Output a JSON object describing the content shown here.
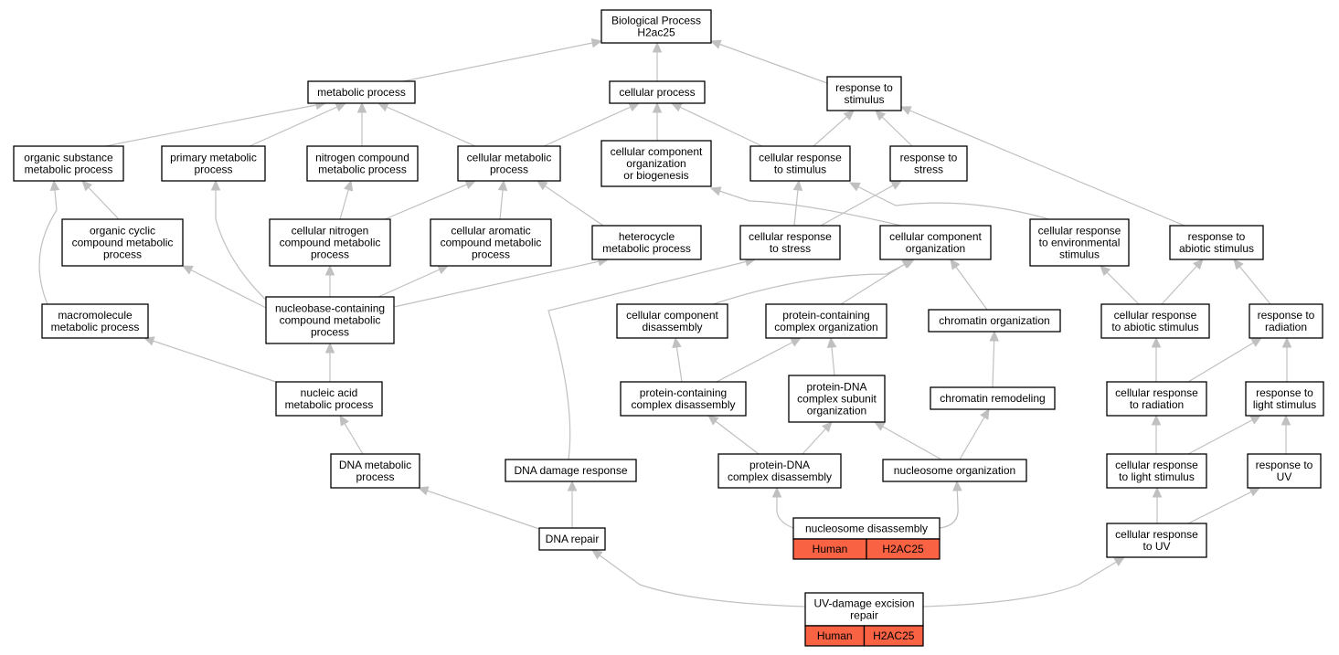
{
  "graph": {
    "root": "Biological Process\nH2ac25",
    "edge_color": "#c0c0c0",
    "annotation_color": "#f96243",
    "nodes": {
      "bp": "Biological Process\nH2ac25",
      "metabolic": "metabolic process",
      "cellular": "cellular process",
      "resp_stim": "response to\nstimulus",
      "org_sub": "organic substance\nmetabolic process",
      "prim_met": "primary metabolic\nprocess",
      "nitro_met": "nitrogen compound\nmetabolic process",
      "cell_met": "cellular metabolic\nprocess",
      "ccob": "cellular component\norganization\nor biogenesis",
      "cell_resp_stim": "cellular response\nto stimulus",
      "resp_stress": "response to\nstress",
      "org_cyc": "organic cyclic\ncompound metabolic\nprocess",
      "cell_nitro": "cellular nitrogen\ncompound metabolic\nprocess",
      "cell_arom": "cellular aromatic\ncompound metabolic\nprocess",
      "hetero": "heterocycle\nmetabolic process",
      "cell_resp_stress": "cellular response\nto stress",
      "cco": "cellular component\norganization",
      "cell_resp_env": "cellular response\nto environmental\nstimulus",
      "resp_abiotic": "response to\nabiotic stimulus",
      "macro": "macromolecule\nmetabolic process",
      "nucleobase": "nucleobase-containing\ncompound metabolic\nprocess",
      "cc_disassembly": "cellular component\ndisassembly",
      "pc_org": "protein-containing\ncomplex organization",
      "chrom_org": "chromatin organization",
      "cell_resp_abiotic": "cellular response\nto abiotic stimulus",
      "resp_rad": "response to\nradiation",
      "nucleic": "nucleic acid\nmetabolic process",
      "pc_disassembly": "protein-containing\ncomplex disassembly",
      "pdna_subunit": "protein-DNA\ncomplex subunit\norganization",
      "chrom_remod": "chromatin remodeling",
      "cell_resp_rad": "cellular response\nto radiation",
      "resp_light": "response to\nlight stimulus",
      "dna_met": "DNA metabolic\nprocess",
      "dna_damage": "DNA damage response",
      "pdna_disassembly": "protein-DNA\ncomplex disassembly",
      "nuc_org": "nucleosome organization",
      "cell_resp_light": "cellular response\nto light stimulus",
      "resp_uv": "response to\nUV",
      "nuc_disassembly": "nucleosome disassembly",
      "dna_repair": "DNA repair",
      "cell_resp_uv": "cellular response\nto UV",
      "uv_repair": "UV-damage excision\nrepair"
    },
    "annotations": {
      "nuc_disassembly": [
        "Human",
        "H2AC25"
      ],
      "uv_repair": [
        "Human",
        "H2AC25"
      ]
    },
    "edges": [
      [
        "metabolic",
        "bp"
      ],
      [
        "cellular",
        "bp"
      ],
      [
        "resp_stim",
        "bp"
      ],
      [
        "org_sub",
        "metabolic"
      ],
      [
        "prim_met",
        "metabolic"
      ],
      [
        "nitro_met",
        "metabolic"
      ],
      [
        "cell_met",
        "metabolic"
      ],
      [
        "cell_met",
        "cellular"
      ],
      [
        "ccob",
        "cellular"
      ],
      [
        "cell_resp_stim",
        "cellular"
      ],
      [
        "cell_resp_stim",
        "resp_stim"
      ],
      [
        "resp_stress",
        "resp_stim"
      ],
      [
        "resp_abiotic",
        "resp_stim"
      ],
      [
        "org_cyc",
        "org_sub"
      ],
      [
        "macro",
        "org_sub"
      ],
      [
        "nucleobase",
        "prim_met"
      ],
      [
        "cell_nitro",
        "nitro_met"
      ],
      [
        "cell_nitro",
        "cell_met"
      ],
      [
        "cell_arom",
        "cell_met"
      ],
      [
        "hetero",
        "cell_met"
      ],
      [
        "cco",
        "ccob"
      ],
      [
        "cell_resp_stress",
        "cell_resp_stim"
      ],
      [
        "cell_resp_stress",
        "resp_stress"
      ],
      [
        "cell_resp_env",
        "cell_resp_stim"
      ],
      [
        "nucleobase",
        "org_cyc"
      ],
      [
        "nucleobase",
        "cell_nitro"
      ],
      [
        "nucleobase",
        "cell_arom"
      ],
      [
        "nucleobase",
        "hetero"
      ],
      [
        "cc_disassembly",
        "cco"
      ],
      [
        "pc_org",
        "cco"
      ],
      [
        "chrom_org",
        "cco"
      ],
      [
        "cell_resp_abiotic",
        "cell_resp_env"
      ],
      [
        "cell_resp_abiotic",
        "resp_abiotic"
      ],
      [
        "resp_rad",
        "resp_abiotic"
      ],
      [
        "nucleic",
        "macro"
      ],
      [
        "nucleic",
        "nucleobase"
      ],
      [
        "pc_disassembly",
        "cc_disassembly"
      ],
      [
        "pc_disassembly",
        "pc_org"
      ],
      [
        "pdna_subunit",
        "pc_org"
      ],
      [
        "chrom_remod",
        "chrom_org"
      ],
      [
        "cell_resp_rad",
        "cell_resp_abiotic"
      ],
      [
        "cell_resp_rad",
        "resp_rad"
      ],
      [
        "resp_light",
        "resp_rad"
      ],
      [
        "dna_met",
        "nucleic"
      ],
      [
        "pdna_disassembly",
        "pc_disassembly"
      ],
      [
        "pdna_disassembly",
        "pdna_subunit"
      ],
      [
        "nuc_org",
        "pdna_subunit"
      ],
      [
        "nuc_org",
        "chrom_remod"
      ],
      [
        "cell_resp_light",
        "cell_resp_rad"
      ],
      [
        "cell_resp_light",
        "resp_light"
      ],
      [
        "resp_uv",
        "resp_light"
      ],
      [
        "nuc_disassembly",
        "pdna_disassembly"
      ],
      [
        "nuc_disassembly",
        "nuc_org"
      ],
      [
        "dna_repair",
        "dna_met"
      ],
      [
        "dna_repair",
        "dna_damage"
      ],
      [
        "dna_damage",
        "cell_resp_stress"
      ],
      [
        "cell_resp_uv",
        "cell_resp_light"
      ],
      [
        "cell_resp_uv",
        "resp_uv"
      ],
      [
        "uv_repair",
        "dna_repair"
      ],
      [
        "uv_repair",
        "cell_resp_uv"
      ]
    ]
  }
}
